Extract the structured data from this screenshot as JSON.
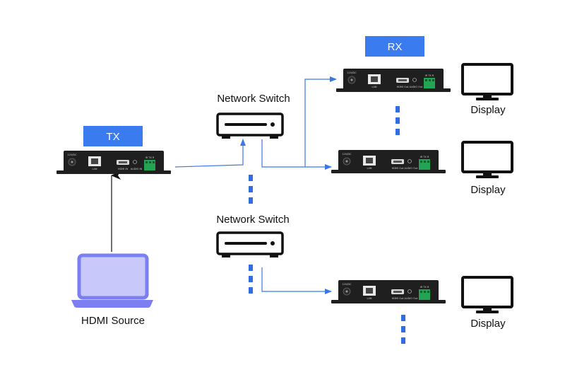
{
  "colors": {
    "accent": "#3b7bf0",
    "connector": "#3b78e7",
    "dots": "#2f6de0",
    "laptop": "#7b7ff2",
    "laptop_screen": "#c9c8fb",
    "device": "#1f1f1f",
    "terminal_green": "#23a455"
  },
  "labels": {
    "tx": "TX",
    "rx": "RX",
    "switch_top": "Network Switch",
    "switch_bottom": "Network Switch",
    "source": "HDMI Source",
    "display_1": "Display",
    "display_2": "Display",
    "display_3": "Display"
  },
  "device_text": {
    "dc": "12V/DC",
    "lan": "LAN",
    "hdmi_in": "HDMI IN",
    "hdmi_out": "HDMI Out",
    "audio_in": "AUDIO IN",
    "audio_out": "AUDIO Out",
    "ir": "IR TX R"
  }
}
